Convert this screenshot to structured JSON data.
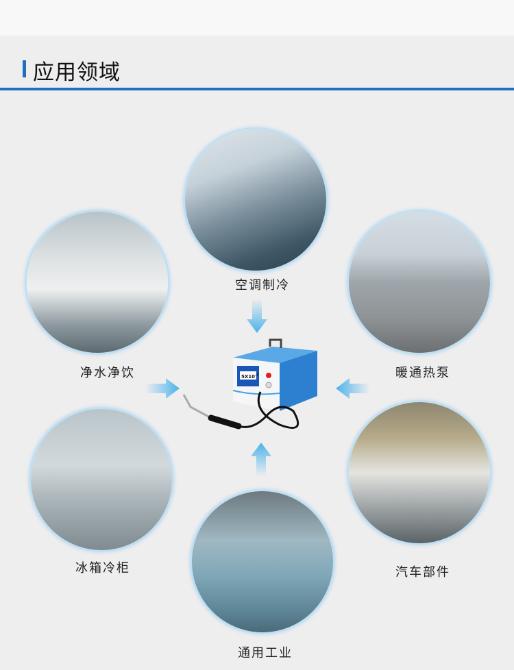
{
  "header": {
    "title": "应用领域"
  },
  "areas": [
    {
      "label": "空调制冷"
    },
    {
      "label": "净水净饮"
    },
    {
      "label": "暖通热泵"
    },
    {
      "label": "冰箱冷柜"
    },
    {
      "label": "汽车部件"
    },
    {
      "label": "通用工业"
    }
  ],
  "device": {
    "screen_value": "5X10",
    "screen_exp": "-7"
  },
  "colors": {
    "accent": "#1f6fc0",
    "arrow": "#4cb3ea"
  }
}
